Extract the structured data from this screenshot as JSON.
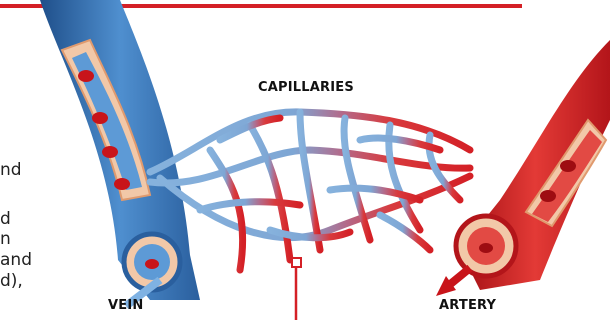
{
  "labels": {
    "capillaries": "CAPILLARIES",
    "vein": "VEIN",
    "artery": "ARTERY"
  },
  "cut_off_text": [
    "nd",
    "d",
    "n",
    " and",
    "d),"
  ],
  "colors": {
    "vein": "#3b78b8",
    "vein_light": "#8fb8e0",
    "artery": "#d42026",
    "artery_light": "#f06a6a",
    "tissue": "#f2c8a8",
    "accent_line": "#d42026"
  }
}
